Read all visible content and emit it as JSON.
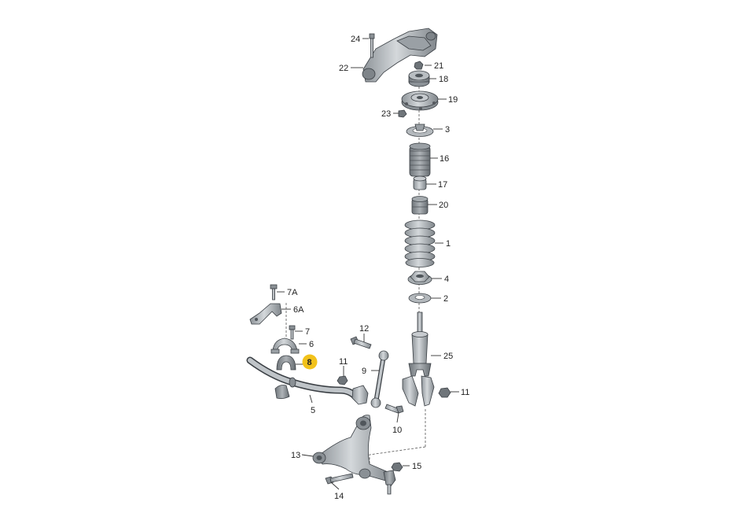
{
  "colors": {
    "part_light": "#c9cdd1",
    "part_mid": "#a9aeb3",
    "part_dark": "#7e8489",
    "highlight_badge": "#f2c21b"
  },
  "labels": {
    "l24": "24",
    "l22": "22",
    "l21": "21",
    "l18": "18",
    "l19": "19",
    "l23": "23",
    "l3": "3",
    "l16": "16",
    "l17": "17",
    "l20": "20",
    "l1": "1",
    "l4": "4",
    "l2": "2",
    "l7A": "7A",
    "l6A": "6A",
    "l7": "7",
    "l6": "6",
    "l8": "8",
    "l5": "5",
    "l12": "12",
    "l11a": "11",
    "l9": "9",
    "l10": "10",
    "l25": "25",
    "l11b": "11",
    "l13": "13",
    "l14": "14",
    "l15": "15"
  }
}
